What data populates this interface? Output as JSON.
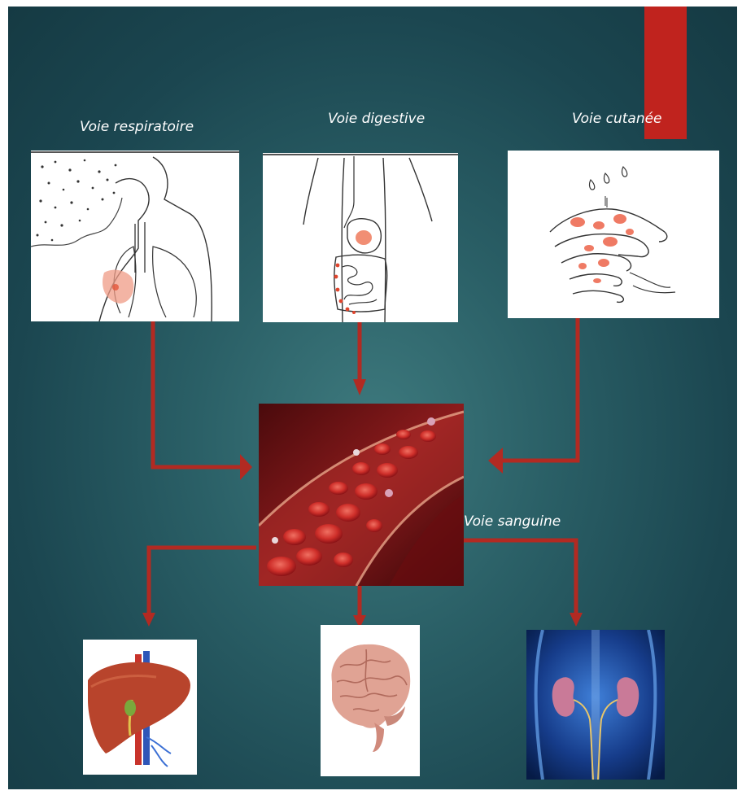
{
  "routes": {
    "respiratory": "Voie respiratoire",
    "digestive": "Voie digestive",
    "cutaneous": "Voie cutanée",
    "blood": "Voie sanguine"
  },
  "colors": {
    "background": "#1f4f58",
    "arrow": "#b22a22",
    "accent": "#c0231e"
  },
  "illustrations": {
    "respiratory": "respiratory-system-icon",
    "digestive": "digestive-system-icon",
    "cutaneous": "hand-skin-icon",
    "blood": "blood-vessel-icon",
    "liver": "liver-icon",
    "brain": "brain-icon",
    "kidneys": "kidneys-icon"
  }
}
